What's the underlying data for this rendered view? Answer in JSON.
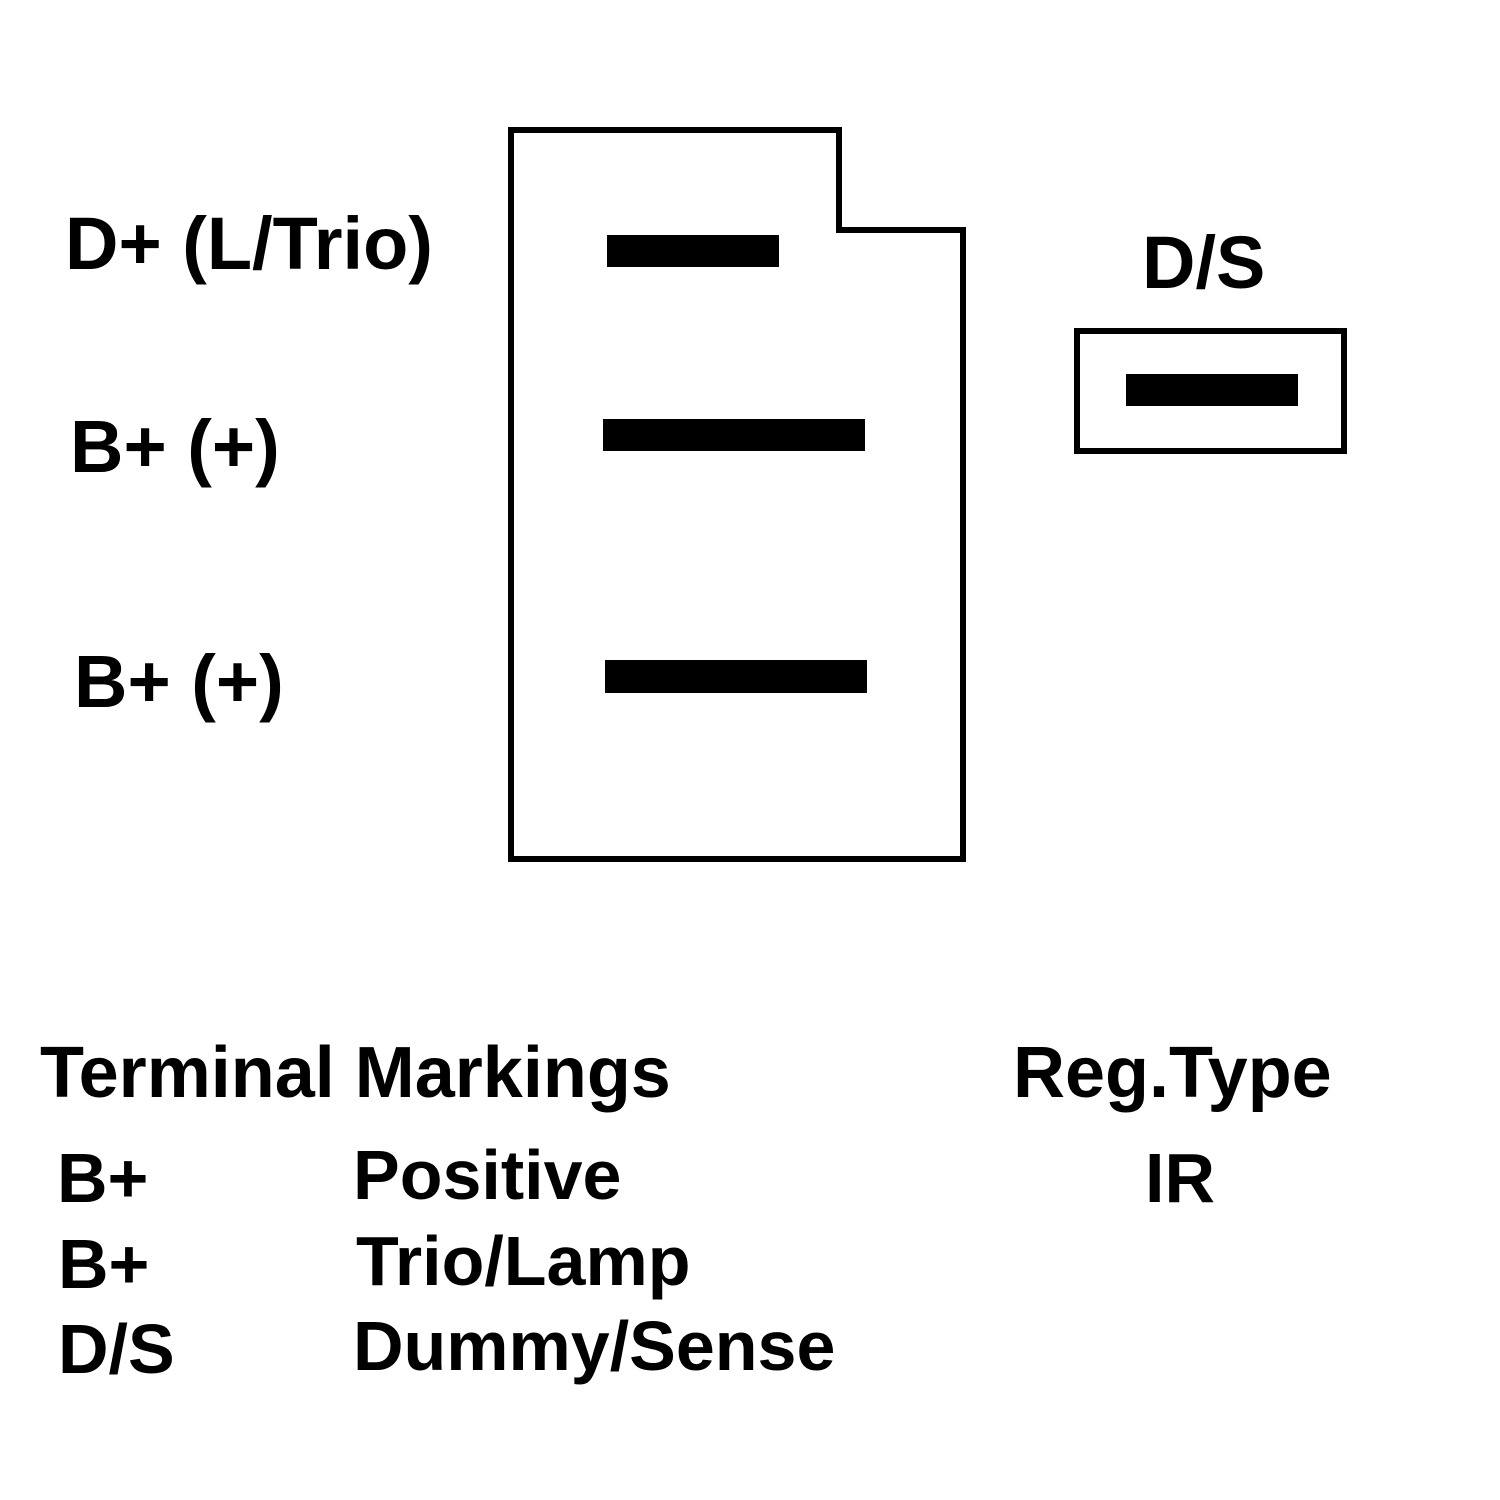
{
  "connector": {
    "pins": [
      {
        "label": "D+ (L/Trio)"
      },
      {
        "label": "B+ (+)"
      },
      {
        "label": "B+ (+)"
      }
    ]
  },
  "aux_terminal": {
    "label": "D/S"
  },
  "terminal_markings": {
    "heading": "Terminal Markings",
    "rows": [
      {
        "code": "B+",
        "meaning": "Positive"
      },
      {
        "code": "B+",
        "meaning": "Trio/Lamp"
      },
      {
        "code": "D/S",
        "meaning": "Dummy/Sense"
      }
    ]
  },
  "regulator": {
    "heading": "Reg.Type",
    "value": "IR"
  },
  "colors": {
    "ink": "#000000",
    "background": "#ffffff"
  }
}
